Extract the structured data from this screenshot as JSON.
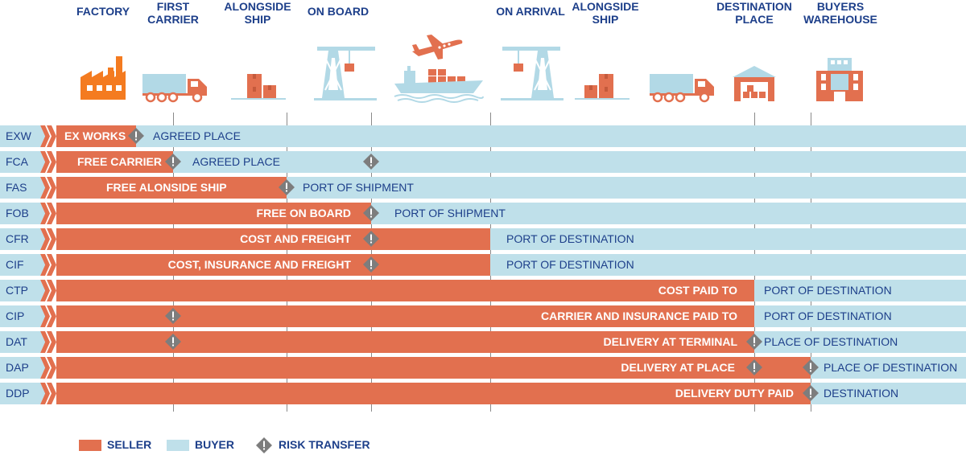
{
  "stages": {
    "factory": "FACTORY",
    "first_carrier": [
      "FIRST",
      "CARRIER"
    ],
    "alongside_ship": [
      "ALONGSIDE",
      "SHIP"
    ],
    "on_board": "ON BOARD",
    "on_arrival": "ON ARRIVAL",
    "alongside_ship_2": [
      "ALONGSIDE",
      "SHIP"
    ],
    "destination_place": [
      "DESTINATION",
      "PLACE"
    ],
    "buyers_warehouse": [
      "BUYERS",
      "WAREHOUSE"
    ]
  },
  "rows": [
    {
      "code": "EXW",
      "seller_label": "EX WORKS",
      "buyer_label": "AGREED PLACE"
    },
    {
      "code": "FCA",
      "seller_label": "FREE CARRIER",
      "buyer_label": "AGREED PLACE"
    },
    {
      "code": "FAS",
      "seller_label": "FREE ALONSIDE SHIP",
      "buyer_label": "PORT OF SHIPMENT"
    },
    {
      "code": "FOB",
      "seller_label": "FREE ON BOARD",
      "buyer_label": "PORT OF SHIPMENT"
    },
    {
      "code": "CFR",
      "seller_label": "COST AND FREIGHT",
      "buyer_label": "PORT OF DESTINATION"
    },
    {
      "code": "CIF",
      "seller_label": "COST, INSURANCE AND FREIGHT",
      "buyer_label": "PORT OF DESTINATION"
    },
    {
      "code": "CTP",
      "seller_label": "COST PAID TO",
      "buyer_label": "PORT OF DESTINATION"
    },
    {
      "code": "CIP",
      "seller_label": "CARRIER AND INSURANCE PAID TO",
      "buyer_label": "PORT OF DESTINATION"
    },
    {
      "code": "DAT",
      "seller_label": "DELIVERY AT TERMINAL",
      "buyer_label": "PLACE OF DESTINATION"
    },
    {
      "code": "DAP",
      "seller_label": "DELIVERY AT PLACE",
      "buyer_label": "PLACE OF DESTINATION"
    },
    {
      "code": "DDP",
      "seller_label": "DELIVERY DUTY PAID",
      "buyer_label": "DESTINATION"
    }
  ],
  "legend": {
    "seller": "SELLER",
    "buyer": "BUYER",
    "risk": "RISK TRANSFER"
  },
  "colors": {
    "seller": "#e2704f",
    "buyer": "#bfe0ea",
    "risk": "#7d7d7d",
    "text": "#1d3f8a"
  },
  "icons": [
    "factory-icon",
    "truck-icon",
    "boxes-icon",
    "crane-icon",
    "plane-icon",
    "cargo-ship-icon",
    "crane-icon",
    "boxes-icon",
    "truck-icon",
    "warehouse-icon",
    "building-icon"
  ]
}
